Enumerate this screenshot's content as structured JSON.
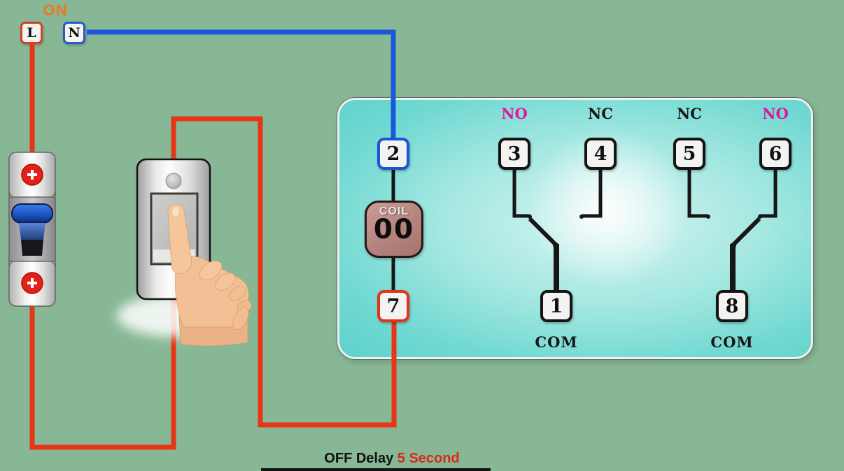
{
  "scene": {
    "on_indicator": "ON",
    "caption_prefix": "OFF Delay",
    "caption_highlight": "5 Second"
  },
  "supply": {
    "live_label": "L",
    "neutral_label": "N"
  },
  "relay": {
    "coil_label": "COIL",
    "coil_timer_value": "00",
    "coil_terminal_top": "2",
    "coil_terminal_bottom": "7",
    "contacts": [
      {
        "terminal": "3",
        "type": "NO"
      },
      {
        "terminal": "4",
        "type": "NC"
      },
      {
        "terminal": "5",
        "type": "NC"
      },
      {
        "terminal": "6",
        "type": "NO"
      }
    ],
    "com_left": {
      "terminal": "1",
      "label": "COM"
    },
    "com_right": {
      "terminal": "8",
      "label": "COM"
    }
  },
  "colors": {
    "background": "#87b794",
    "relay_body": "#5ed2cb",
    "live_wire": "#e63517",
    "neutral_wire": "#1c59da",
    "internal_wire": "#161616",
    "no_label": "#e0189c",
    "nc_label": "#161616",
    "on_indicator": "#ea7a1e",
    "caption_highlight": "#d8281c",
    "coil_body": "#b5837e"
  }
}
